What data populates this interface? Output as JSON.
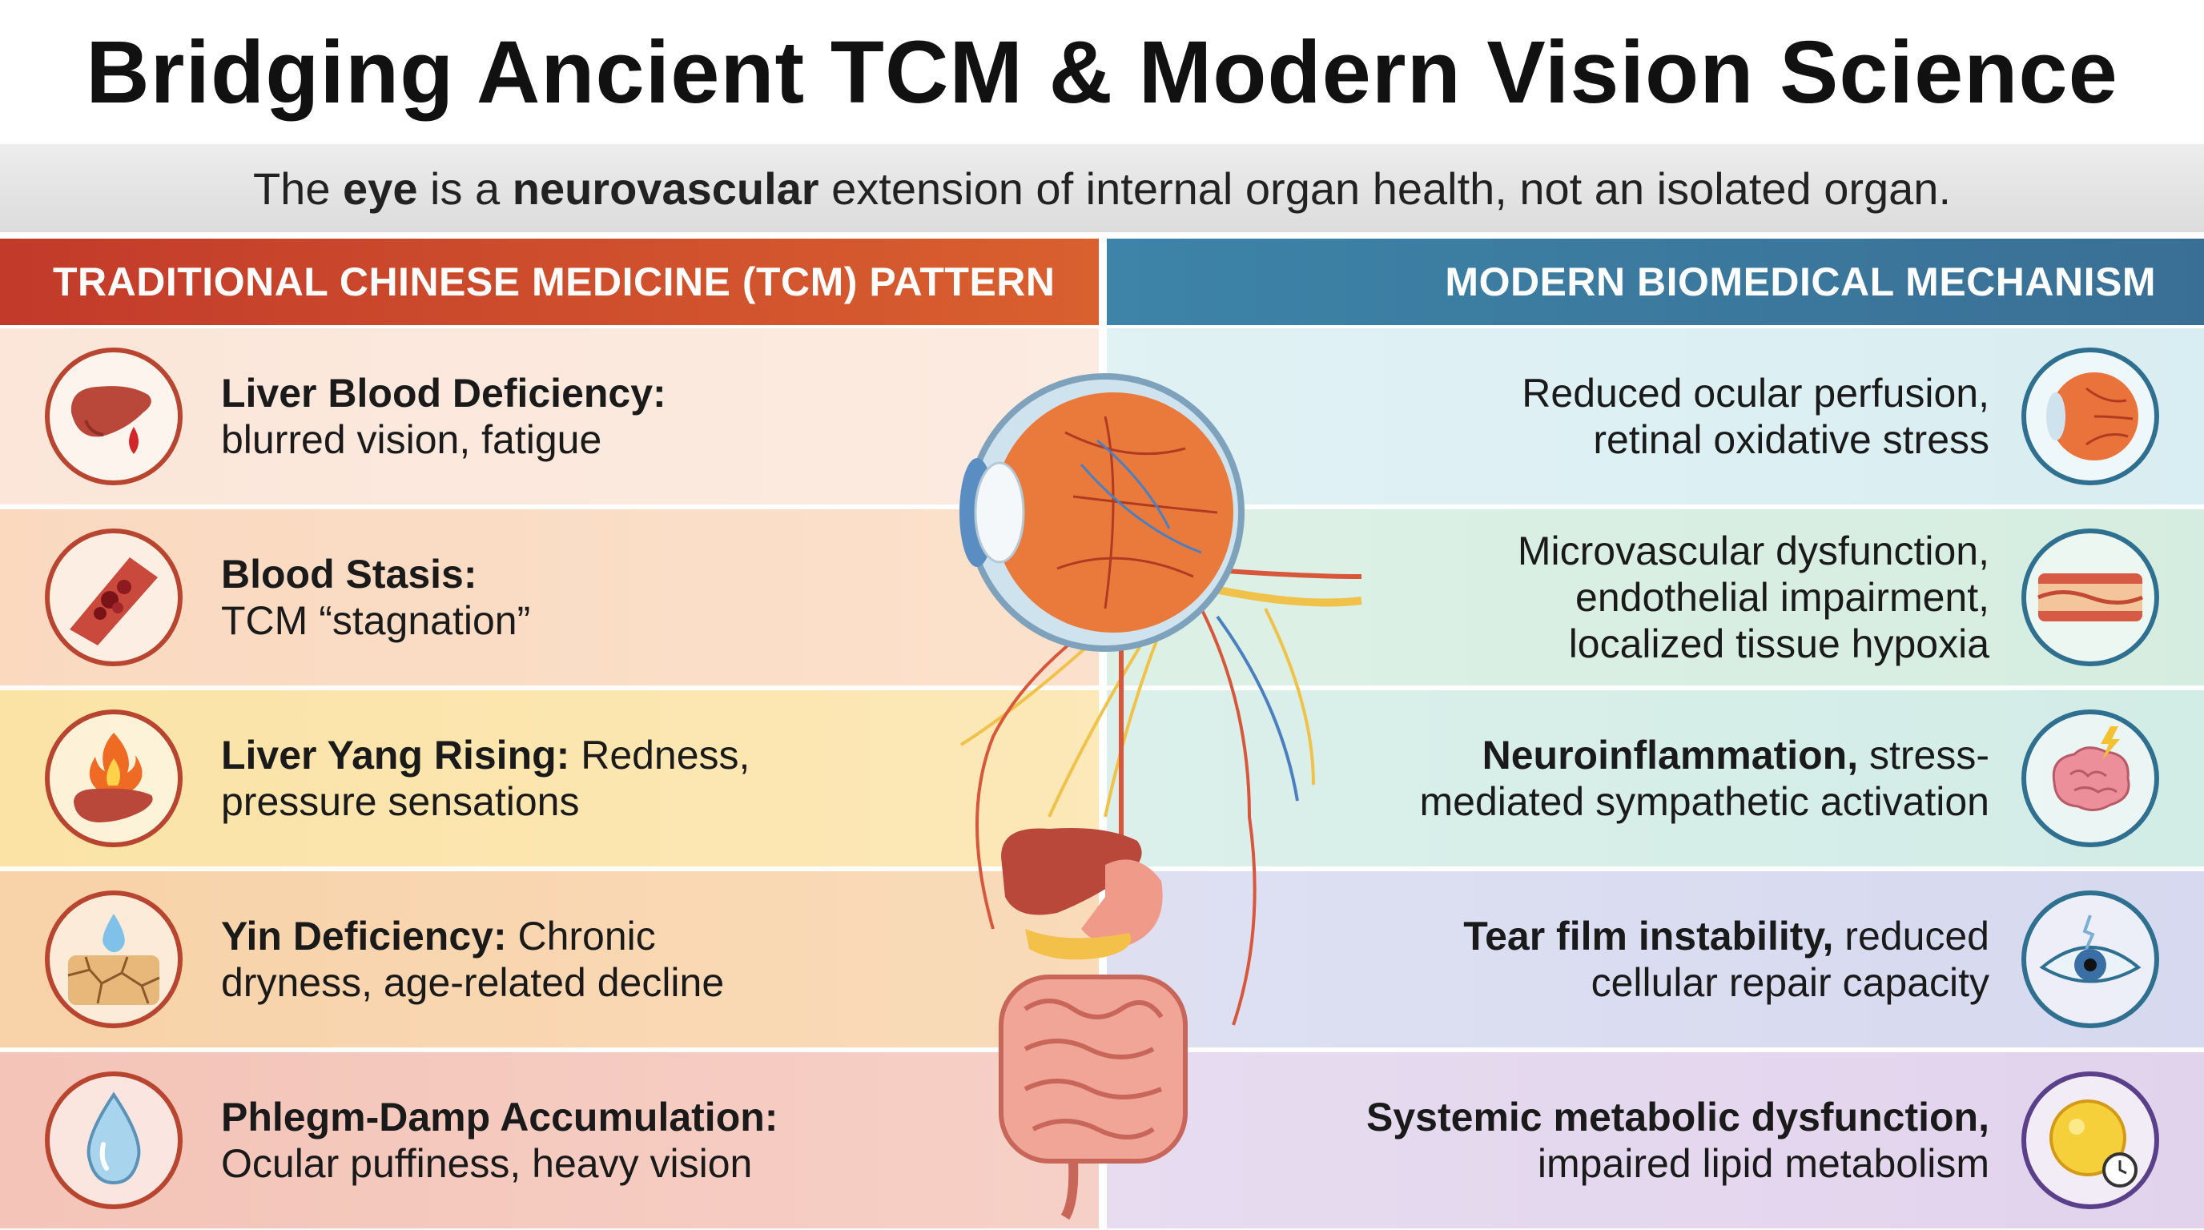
{
  "title": "Bridging Ancient TCM & Modern Vision Science",
  "subtitle": {
    "pre": "The ",
    "bold1": "eye",
    "mid": " is a ",
    "bold2": "neurovascular",
    "post": " extension of internal organ health, not an isolated organ."
  },
  "left_header": "TRADITIONAL CHINESE MEDICINE (TCM) PATTERN",
  "right_header": "MODERN BIOMEDICAL MECHANISM",
  "tcm": [
    {
      "bold": "Liver Blood Deficiency:",
      "line1_rest": "",
      "line2": "blurred vision, fatigue",
      "icon": "liver-blood-drop-icon",
      "bg": "#fbe6d9",
      "ring": "#b8452f"
    },
    {
      "bold": "Blood Stasis:",
      "line1_rest": "",
      "line2": "TCM “stagnation”",
      "icon": "blood-vessel-clot-icon",
      "bg": "#fad9bf",
      "ring": "#b8452f"
    },
    {
      "bold": "Liver Yang Rising:",
      "line1_rest": " Redness,",
      "line2": "pressure sensations",
      "icon": "liver-fire-icon",
      "bg": "#fbe3a6",
      "ring": "#b8452f"
    },
    {
      "bold": "Yin Deficiency:",
      "line1_rest": " Chronic",
      "line2": "dryness, age-related decline",
      "icon": "cracked-earth-drop-icon",
      "bg": "#f8d2a8",
      "ring": "#b8452f"
    },
    {
      "bold": "Phlegm-Damp Accumulation:",
      "line1_rest": "",
      "line2": "Ocular puffiness, heavy vision",
      "icon": "water-drop-icon",
      "bg": "#f4c4b8",
      "ring": "#b8452f"
    }
  ],
  "biomed": [
    {
      "lines": [
        "Reduced ocular perfusion,",
        "retinal oxidative stress"
      ],
      "bold_prefix": "",
      "icon": "eyeball-icon",
      "bg": "#d9eef2",
      "ring": "#2f6f8f"
    },
    {
      "lines": [
        "Microvascular dysfunction,",
        "endothelial impairment,",
        "localized tissue hypoxia"
      ],
      "bold_prefix": "",
      "icon": "artery-cross-section-icon",
      "bg": "#d5ede0",
      "ring": "#2f6f8f"
    },
    {
      "bold_prefix": "Neuroinflammation,",
      "lines": [
        " stress-",
        "mediated sympathetic activation"
      ],
      "icon": "brain-lightning-icon",
      "bg": "#d2ece6",
      "ring": "#2f6f8f"
    },
    {
      "bold_prefix": "Tear film instability,",
      "lines": [
        " reduced",
        "cellular repair capacity"
      ],
      "icon": "dry-eye-icon",
      "bg": "#d6d9ef",
      "ring": "#2f6f8f"
    },
    {
      "bold_prefix": "Systemic metabolic dysfunction,",
      "lines": [
        "",
        "impaired lipid metabolism"
      ],
      "icon": "fat-cell-clock-icon",
      "bg": "#e1d3ec",
      "ring": "#5a3f8a"
    }
  ],
  "colors": {
    "left_header": "#c23a2a",
    "right_header": "#3a6f95",
    "organ_red": "#d8573a",
    "nerve_yellow": "#f0c24a",
    "vein_blue": "#4a7fc0"
  }
}
